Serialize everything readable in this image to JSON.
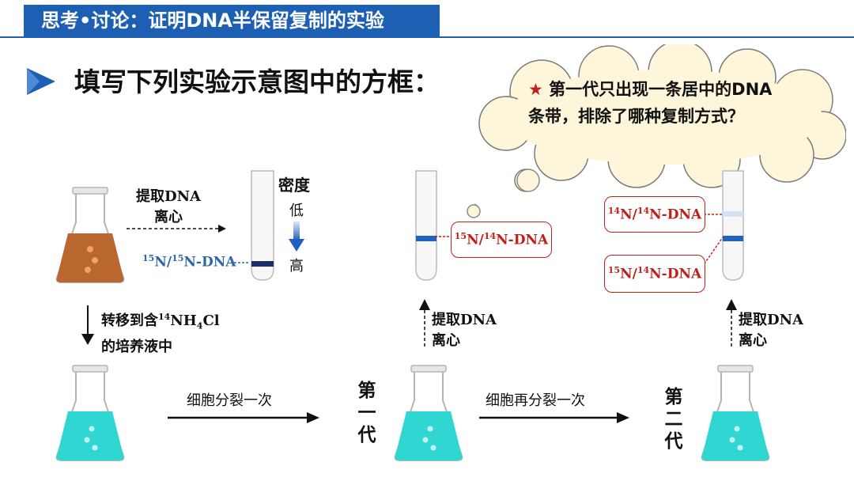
{
  "header": {
    "title": "思考•讨论：证明DNA半保留复制的实验"
  },
  "subtitle": "填写下列实验示意图中的方框：",
  "thought_cloud": {
    "star": "★",
    "line1": "第一代只出现一条居中的DNA",
    "line2": "条带，排除了哪种复制方式？"
  },
  "step1": {
    "line1": "提取DNA",
    "line2": "离心"
  },
  "density": {
    "title": "密度",
    "low": "低",
    "high": "高"
  },
  "band_15n15n": {
    "iso1": "15",
    "a": "N/",
    "iso2": "15",
    "b": "N-DNA"
  },
  "transfer": {
    "line1_pre": "转移到含",
    "iso": "14",
    "line1_mid": "NH",
    "sub": "4",
    "line1_post": "Cl",
    "line2": "的培养液中"
  },
  "gen1_box": {
    "iso1": "15",
    "a": "N/",
    "iso2": "14",
    "b": "N-DNA"
  },
  "gen2_top_box": {
    "iso1": "14",
    "a": "N/",
    "iso2": "14",
    "b": "N-DNA"
  },
  "gen2_bottom_box": {
    "iso1": "15",
    "a": "N/",
    "iso2": "14",
    "b": "N-DNA"
  },
  "extract_gen1": {
    "line1": "提取DNA",
    "line2": "离心"
  },
  "extract_gen2": {
    "line1": "提取DNA",
    "line2": "离心"
  },
  "divide_once": "细胞分裂一次",
  "divide_again": "细胞再分裂一次",
  "gen1_label": "第一代",
  "gen2_label": "第二代",
  "colors": {
    "header_blue": "#1d5fb3",
    "brown_medium": "#b9662f",
    "cyan_medium": "#2fd6d2",
    "band_dark": "#1a2f6a",
    "band_blue": "#1e64c0",
    "band_light": "#cfe3f5",
    "red_label": "#c0201a",
    "blue_label": "#2e66a8"
  }
}
